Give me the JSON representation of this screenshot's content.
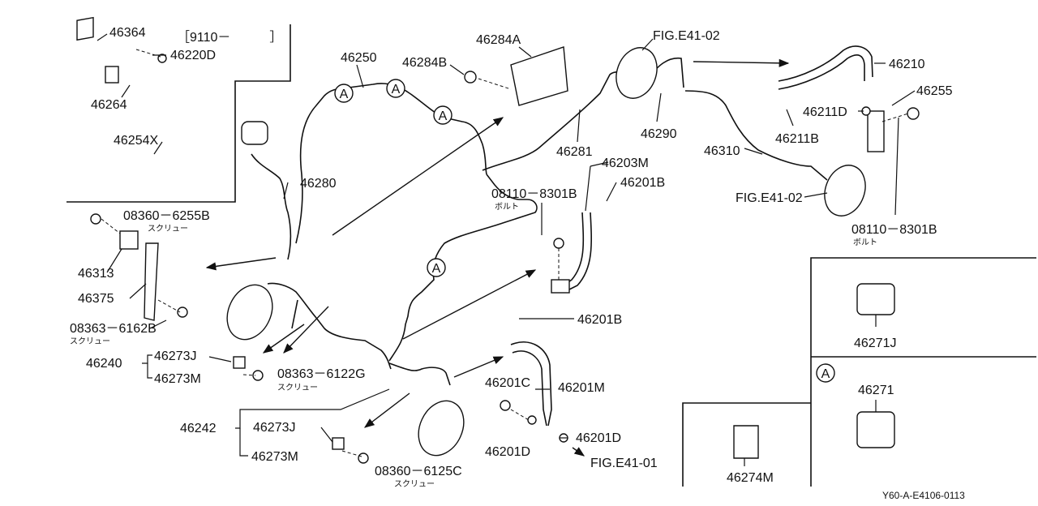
{
  "top_left_bracket": "［9110－　　　］",
  "code": "Y60-A-E4106-0113",
  "callout_letter": "A",
  "parts": {
    "p46364": "46364",
    "p46220D": "46220D",
    "p46264": "46264",
    "p46254X": "46254X",
    "p46250": "46250",
    "p46284B": "46284B",
    "p46284A": "46284A",
    "figE4102_top": "FIG.E41-02",
    "p46210": "46210",
    "p46255": "46255",
    "p46211D": "46211D",
    "p46211B": "46211B",
    "p46290": "46290",
    "p46281": "46281",
    "p46310": "46310",
    "p46280": "46280",
    "figE4102_right": "FIG.E41-02",
    "b08110_8301B_r": "08110－8301B",
    "bolt_r": "ボルト",
    "b08110_8301B_c": "08110－8301B",
    "bolt_c": "ボルト",
    "p46203M": "46203M",
    "p46201B_top": "46201B",
    "s08360_6255B": "08360－6255B",
    "screw_1": "スクリュー",
    "p46313": "46313",
    "p46375": "46375",
    "s08363_6162B": "08363－6162B",
    "screw_2": "スクリュー",
    "p46240": "46240",
    "p46273J_a": "46273J",
    "p46273M_a": "46273M",
    "s08363_6122G": "08363－6122G",
    "screw_3": "スクリュー",
    "p46201B_mid": "46201B",
    "p46201C": "46201C",
    "p46201M": "46201M",
    "p46201D_a": "46201D",
    "p46201D_b": "46201D",
    "figE4101": "FIG.E41-01",
    "p46242": "46242",
    "p46273J_b": "46273J",
    "p46273M_b": "46273M",
    "s08360_6125C": "08360－6125C",
    "screw_4": "スクリュー",
    "p46271J": "46271J",
    "p46271": "46271",
    "p46274M": "46274M"
  }
}
